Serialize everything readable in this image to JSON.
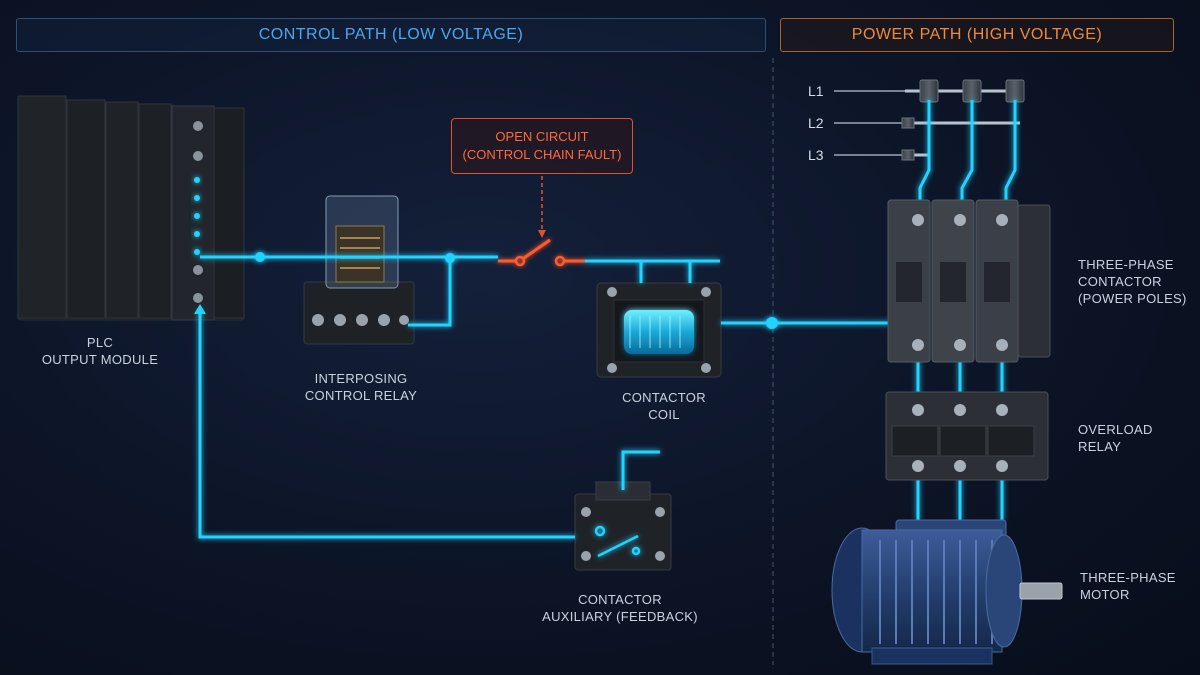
{
  "headers": {
    "control": "CONTROL PATH (LOW VOLTAGE)",
    "power": "POWER PATH (HIGH VOLTAGE)"
  },
  "fault": {
    "line1": "OPEN CIRCUIT",
    "line2": "(CONTROL CHAIN FAULT)"
  },
  "components": {
    "plc": {
      "line1": "PLC",
      "line2": "OUTPUT MODULE"
    },
    "relay": {
      "line1": "INTERPOSING",
      "line2": "CONTROL RELAY"
    },
    "coil": {
      "line1": "CONTACTOR",
      "line2": "COIL"
    },
    "aux": {
      "line1": "CONTACTOR",
      "line2": "AUXILIARY (FEEDBACK)"
    },
    "contactor": {
      "line1": "THREE-PHASE",
      "line2": "CONTACTOR",
      "line3": "(POWER POLES)"
    },
    "overload": {
      "line1": "OVERLOAD",
      "line2": "RELAY"
    },
    "motor": {
      "line1": "THREE-PHASE",
      "line2": "MOTOR"
    }
  },
  "phases": [
    "L1",
    "L2",
    "L3"
  ],
  "colors": {
    "control_accent": "#4aa8f0",
    "power_accent": "#f08a3a",
    "signal_glow": "#22d3ff",
    "fault": "#ff5a2a"
  }
}
